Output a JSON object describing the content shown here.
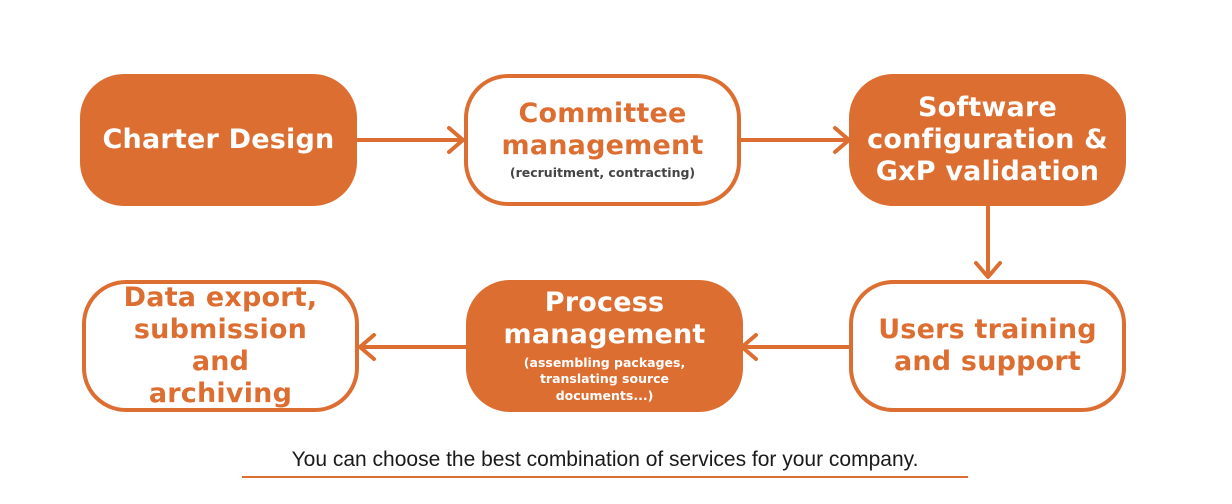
{
  "steps": [
    {
      "title": "Charter Design",
      "subtitle": ""
    },
    {
      "title": "Committee management",
      "subtitle": "(recruitment, contracting)"
    },
    {
      "title": "Software configuration & GxP validation",
      "subtitle": ""
    },
    {
      "title": "Users training and support",
      "subtitle": ""
    },
    {
      "title": "Process management",
      "subtitle": "(assembling packages, translating source documents...)"
    },
    {
      "title": "Data export, submission and archiving",
      "subtitle": ""
    }
  ],
  "footer": "You can choose the best combination of services for your company.",
  "colors": {
    "accent": "#dd6e31",
    "text": "#1a1a1a",
    "subtext": "#444444"
  }
}
